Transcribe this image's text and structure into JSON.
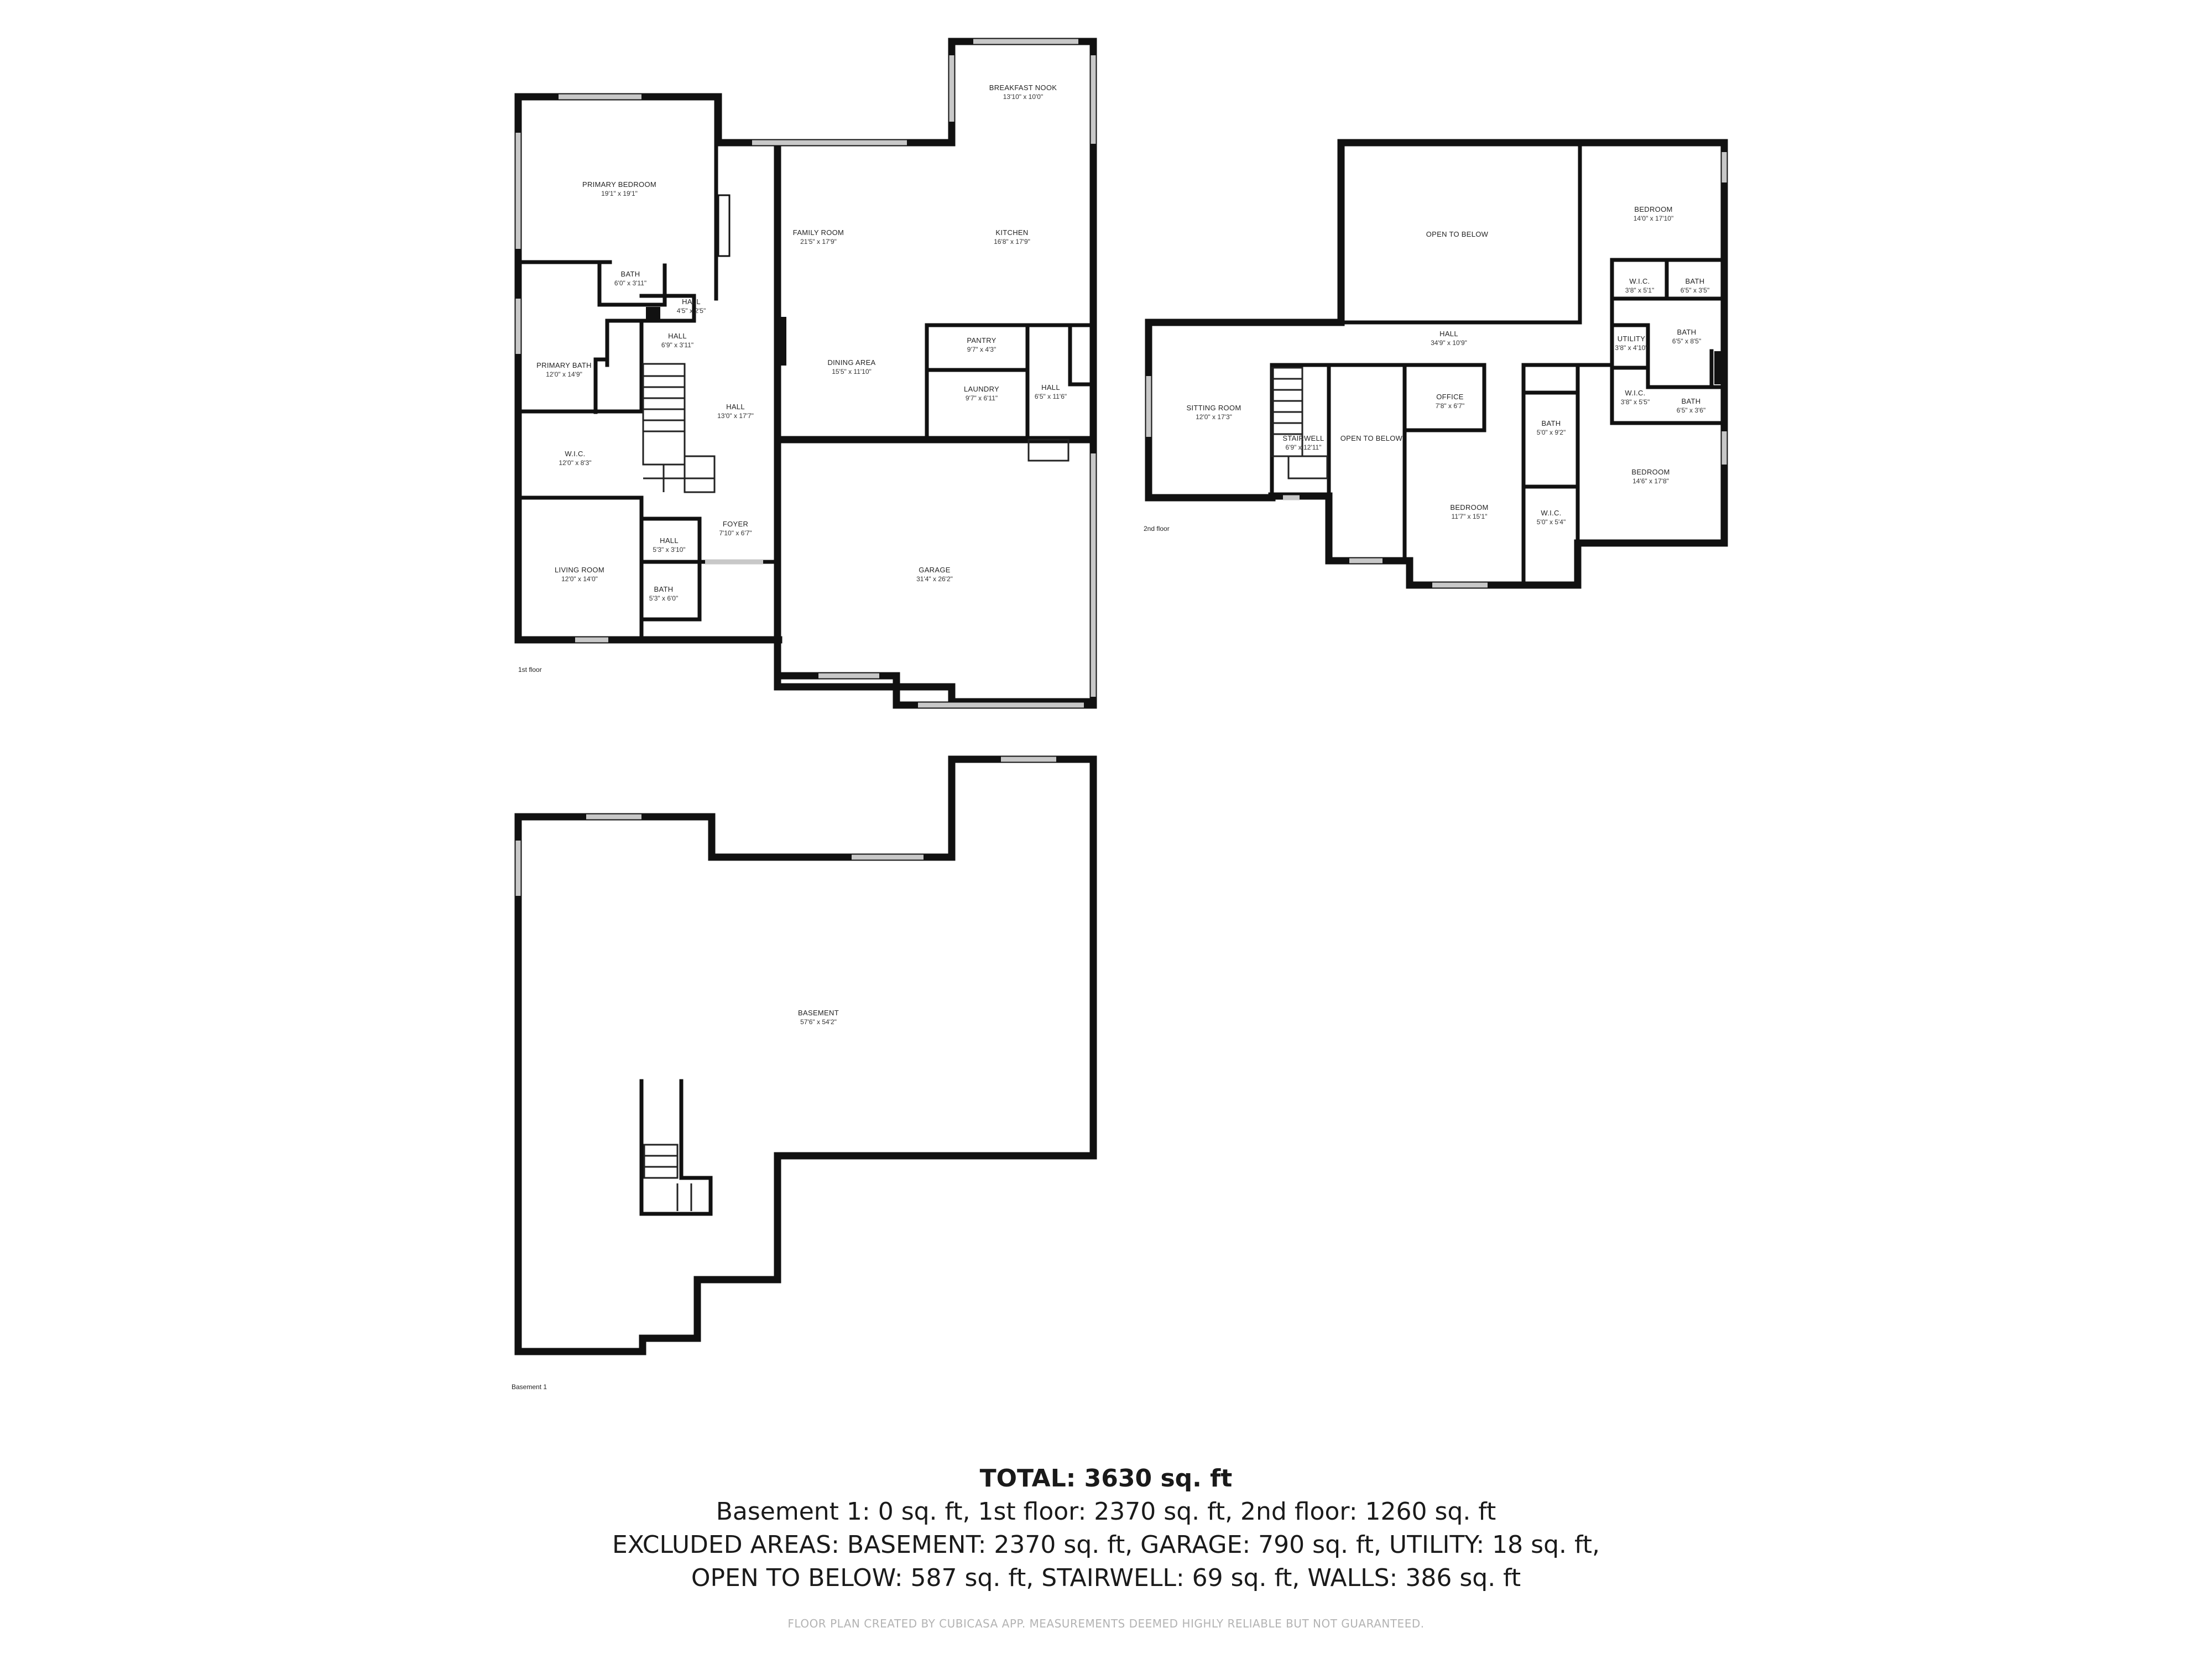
{
  "floors": {
    "first": {
      "label": "1st floor",
      "rooms": [
        {
          "name": "BREAKFAST NOOK",
          "dims": "13'10\" x 10'0\""
        },
        {
          "name": "PRIMARY BEDROOM",
          "dims": "19'1\" x 19'1\""
        },
        {
          "name": "FAMILY ROOM",
          "dims": "21'5\" x 17'9\""
        },
        {
          "name": "KITCHEN",
          "dims": "16'8\" x 17'9\""
        },
        {
          "name": "BATH",
          "dims": "6'0\" x 3'11\""
        },
        {
          "name": "HALL",
          "dims": "4'5\" x 2'5\""
        },
        {
          "name": "HALL",
          "dims": "6'9\" x 3'11\""
        },
        {
          "name": "PRIMARY BATH",
          "dims": "12'0\" x 14'9\""
        },
        {
          "name": "DINING AREA",
          "dims": "15'5\" x 11'10\""
        },
        {
          "name": "PANTRY",
          "dims": "9'7\" x 4'3\""
        },
        {
          "name": "LAUNDRY",
          "dims": "9'7\" x 6'11\""
        },
        {
          "name": "HALL",
          "dims": "6'5\" x 11'6\""
        },
        {
          "name": "HALL",
          "dims": "13'0\" x 17'7\""
        },
        {
          "name": "W.I.C.",
          "dims": "12'0\" x 8'3\""
        },
        {
          "name": "FOYER",
          "dims": "7'10\" x 6'7\""
        },
        {
          "name": "HALL",
          "dims": "5'3\" x 3'10\""
        },
        {
          "name": "LIVING ROOM",
          "dims": "12'0\" x 14'0\""
        },
        {
          "name": "BATH",
          "dims": "5'3\" x 6'0\""
        },
        {
          "name": "GARAGE",
          "dims": "31'4\" x 26'2\""
        }
      ]
    },
    "second": {
      "label": "2nd floor",
      "rooms": [
        {
          "name": "OPEN TO BELOW",
          "dims": ""
        },
        {
          "name": "BEDROOM",
          "dims": "14'0\" x 17'10\""
        },
        {
          "name": "W.I.C.",
          "dims": "3'8\" x 5'1\""
        },
        {
          "name": "BATH",
          "dims": "6'5\" x 3'5\""
        },
        {
          "name": "HALL",
          "dims": "34'9\" x 10'9\""
        },
        {
          "name": "UTILITY",
          "dims": "3'8\" x 4'10\""
        },
        {
          "name": "BATH",
          "dims": "6'5\" x 8'5\""
        },
        {
          "name": "SITTING ROOM",
          "dims": "12'0\" x 17'3\""
        },
        {
          "name": "OFFICE",
          "dims": "7'8\" x 6'7\""
        },
        {
          "name": "W.I.C.",
          "dims": "3'8\" x 5'5\""
        },
        {
          "name": "BATH",
          "dims": "6'5\" x 3'6\""
        },
        {
          "name": "BATH",
          "dims": "5'0\" x 9'2\""
        },
        {
          "name": "STAIRWELL",
          "dims": "6'9\" x 12'11\""
        },
        {
          "name": "OPEN TO BELOW",
          "dims": ""
        },
        {
          "name": "BEDROOM",
          "dims": "14'6\" x 17'8\""
        },
        {
          "name": "W.I.C.",
          "dims": "5'0\" x 5'4\""
        },
        {
          "name": "BEDROOM",
          "dims": "11'7\" x 15'1\""
        }
      ]
    },
    "basement": {
      "label": "Basement 1",
      "rooms": [
        {
          "name": "BASEMENT",
          "dims": "57'6\" x 54'2\""
        }
      ]
    }
  },
  "summary": {
    "total": "TOTAL: 3630 sq. ft",
    "line1": "Basement 1: 0 sq. ft, 1st floor: 2370 sq. ft, 2nd floor: 1260 sq. ft",
    "line2": "EXCLUDED AREAS: BASEMENT: 2370 sq. ft, GARAGE: 790 sq. ft, UTILITY: 18 sq. ft,",
    "line3": "OPEN TO BELOW: 587 sq. ft, STAIRWELL: 69 sq. ft, WALLS: 386 sq. ft"
  },
  "credit": "FLOOR PLAN CREATED BY CUBICASA APP. MEASUREMENTS DEEMED HIGHLY RELIABLE BUT NOT GUARANTEED."
}
